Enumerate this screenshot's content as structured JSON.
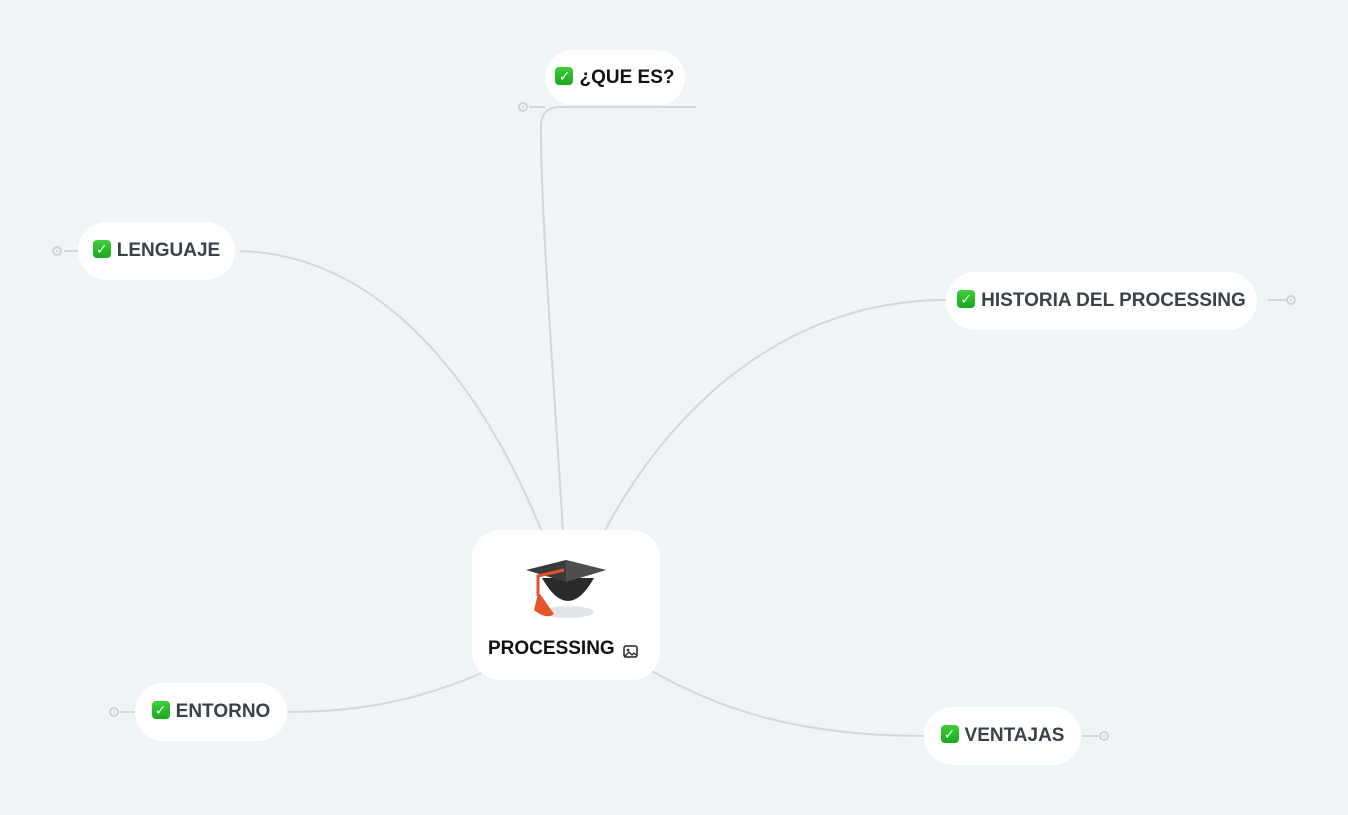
{
  "root": {
    "label": "PROCESSING",
    "icon": "graduation-cap-icon",
    "attachment_icon": "image-icon"
  },
  "topics": [
    {
      "id": "que-es",
      "label": "¿QUE ES?",
      "icon": "check-mark-icon"
    },
    {
      "id": "lenguaje",
      "label": "LENGUAJE",
      "icon": "check-mark-icon"
    },
    {
      "id": "historia",
      "label": "HISTORIA DEL PROCESSING",
      "icon": "check-mark-icon"
    },
    {
      "id": "entorno",
      "label": "ENTORNO",
      "icon": "check-mark-icon"
    },
    {
      "id": "ventajas",
      "label": "VENTAJAS",
      "icon": "check-mark-icon"
    }
  ],
  "colors": {
    "background": "#eff4f7",
    "node": "#ffffff",
    "link": "#d3d7db",
    "check": "#1fb524",
    "text": "#3b4149"
  }
}
